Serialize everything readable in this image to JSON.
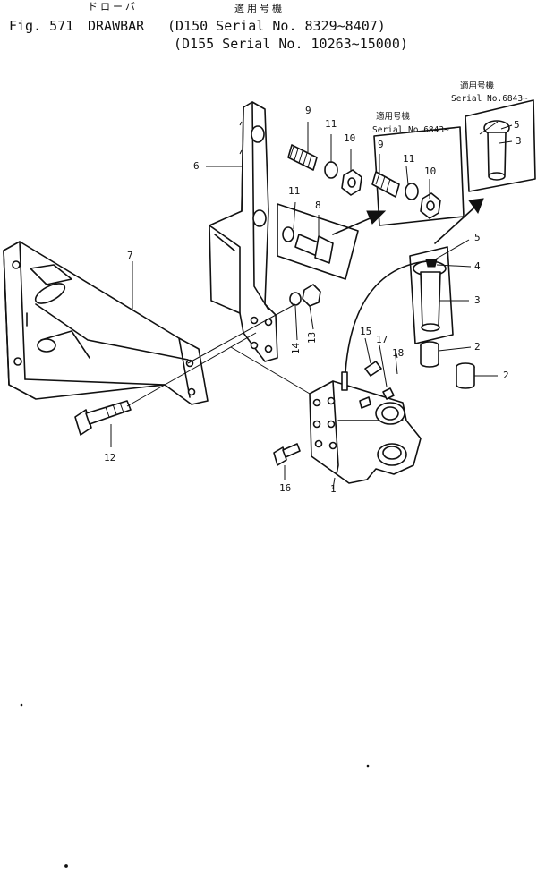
{
  "header": {
    "jp_name": "ドローバ",
    "jp_applicable": "適用号機",
    "fig": "Fig. 571",
    "name": "DRAWBAR",
    "line1": "(D150 Serial No. 8329~8407)",
    "line2": "(D155 Serial No. 10263~15000)"
  },
  "notes": {
    "top_right_jp": "適用号機",
    "top_right_serial": "Serial No.6843~",
    "mid_jp": "適用号機",
    "mid_serial": "Serial No.6843~"
  },
  "callouts": {
    "c1": "1",
    "c2a": "2",
    "c2b": "2",
    "c3a": "3",
    "c3b": "3",
    "c4": "4",
    "c5a": "5",
    "c5b": "5",
    "c6": "6",
    "c7": "7",
    "c8": "8",
    "c9a": "9",
    "c9b": "9",
    "c10a": "10",
    "c10b": "10",
    "c11a": "11",
    "c11b": "11",
    "c11c": "11",
    "c12": "12",
    "c13": "13",
    "c14": "14",
    "c15": "15",
    "c16": "16",
    "c17": "17",
    "c18": "18"
  }
}
